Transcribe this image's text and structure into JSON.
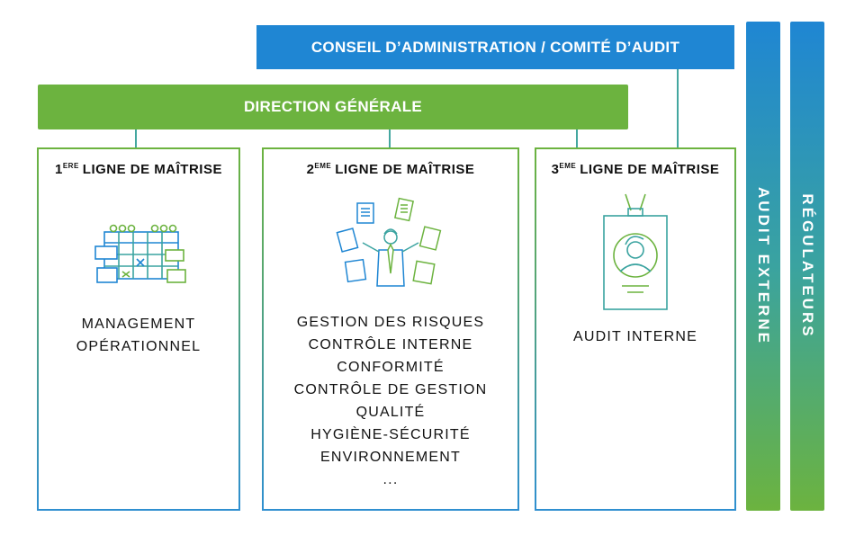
{
  "top_bar": "CONSEIL D’ADMINISTRATION / COMITÉ D’AUDIT",
  "direction_bar": "DIRECTION GÉNÉRALE",
  "side_bars": [
    "AUDIT EXTERNE",
    "RÉGULATEURS"
  ],
  "lines_of_control": [
    {
      "num": "1",
      "suffix": "ERE",
      "title": "LIGNE DE MAÎTRISE",
      "icon": "calendar-planning-icon",
      "items": [
        "MANAGEMENT",
        "OPÉRATIONNEL"
      ]
    },
    {
      "num": "2",
      "suffix": "EME",
      "title": "LIGNE DE MAÎTRISE",
      "icon": "juggling-documents-person-icon",
      "items": [
        "GESTION DES RISQUES",
        "CONTRÔLE INTERNE",
        "CONFORMITÉ",
        "CONTRÔLE DE GESTION",
        "QUALITÉ",
        "HYGIÈNE-SÉCURITÉ",
        "ENVIRONNEMENT",
        "..."
      ]
    },
    {
      "num": "3",
      "suffix": "EME",
      "title": "LIGNE DE MAÎTRISE",
      "icon": "id-badge-icon",
      "items": [
        "AUDIT INTERNE"
      ]
    }
  ],
  "colors": {
    "blue": "#1f86d3",
    "green": "#6cb33f",
    "teal": "#44a7a0"
  }
}
